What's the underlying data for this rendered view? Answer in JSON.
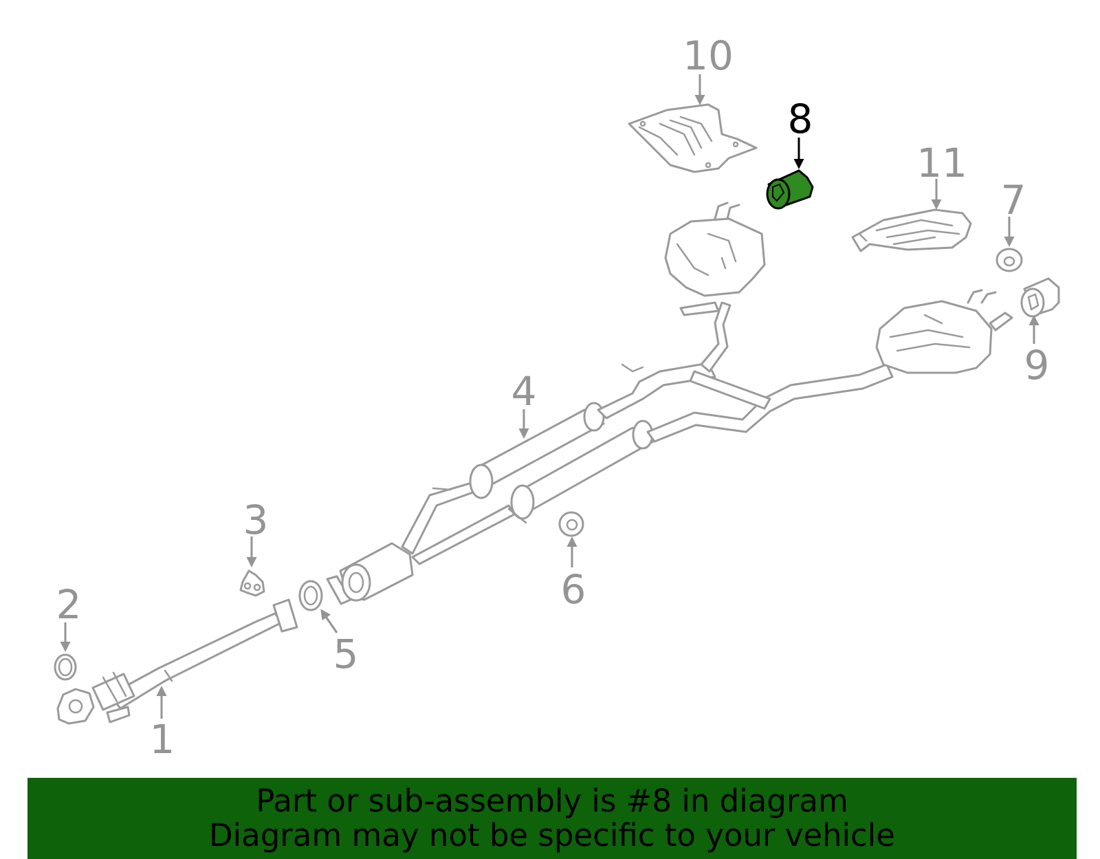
{
  "colors": {
    "highlight_fill": "#2f8a1f",
    "banner_background": "#0e620a",
    "line_gray": "#9a9a9a",
    "callout_gray": "#949494",
    "active_callout": "#000000"
  },
  "diagram": {
    "highlighted_part": "8",
    "callouts": [
      {
        "id": "c1",
        "label": "1"
      },
      {
        "id": "c2",
        "label": "2"
      },
      {
        "id": "c3",
        "label": "3"
      },
      {
        "id": "c4",
        "label": "4"
      },
      {
        "id": "c5",
        "label": "5"
      },
      {
        "id": "c6",
        "label": "6"
      },
      {
        "id": "c7",
        "label": "7"
      },
      {
        "id": "c8",
        "label": "8"
      },
      {
        "id": "c9",
        "label": "9"
      },
      {
        "id": "c10",
        "label": "10"
      },
      {
        "id": "c11",
        "label": "11"
      }
    ]
  },
  "banner": {
    "line1": "Part or sub-assembly is #8 in diagram",
    "line2": "Diagram may not be specific to your vehicle"
  }
}
